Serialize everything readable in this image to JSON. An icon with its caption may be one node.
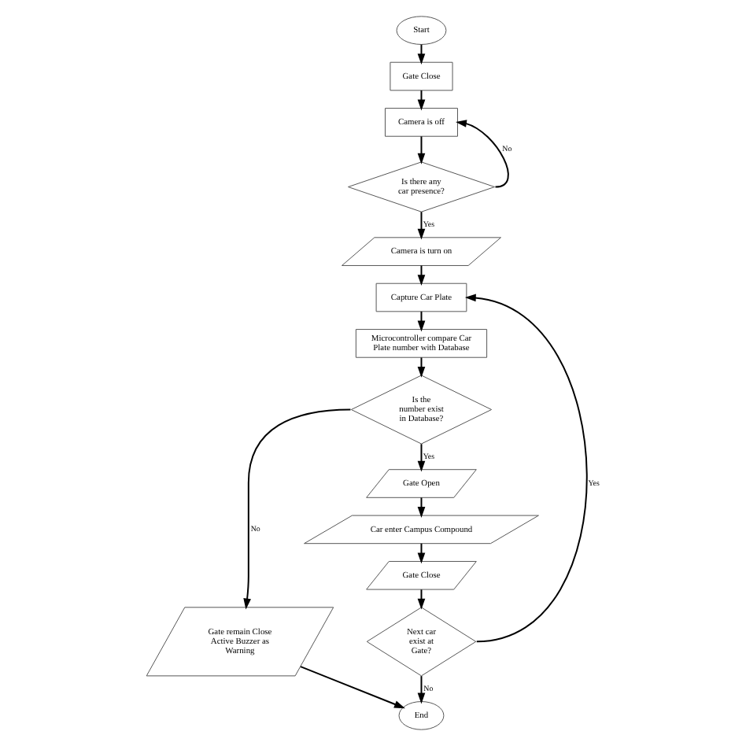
{
  "diagram": {
    "nodes": [
      {
        "text": [
          "Start"
        ]
      },
      {
        "text": [
          "Gate Close"
        ]
      },
      {
        "text": [
          "Camera is off"
        ]
      },
      {
        "text": [
          "Is there any car presence?"
        ]
      },
      {
        "text": [
          "Camera is turn on"
        ]
      },
      {
        "text": [
          "Capture Car Plate"
        ]
      },
      {
        "text": [
          "Microcontroller compare Car Plate number with Database"
        ]
      },
      {
        "text": [
          "Is the number exist in Database?"
        ]
      },
      {
        "text": [
          "Gate remain Close Active Buzzer as Warning"
        ]
      },
      {
        "text": [
          "Gate Open"
        ]
      },
      {
        "text": [
          "Car enter Campus Compound"
        ]
      },
      {
        "text": [
          "Gate Close"
        ]
      },
      {
        "text": [
          "Next car exist at Gate?"
        ]
      },
      {
        "text": [
          "End"
        ]
      }
    ],
    "edges": [
      {
        "from": 0,
        "to": 1,
        "arrow": "to"
      },
      {
        "from": 1,
        "to": 2,
        "arrow": "to"
      },
      {
        "from": 2,
        "to": 3,
        "arrow": "to"
      },
      {
        "from": 3,
        "to": 2,
        "arrow": "to",
        "label": "No"
      },
      {
        "from": 3,
        "to": 4,
        "arrow": "to",
        "label": "Yes"
      },
      {
        "from": 4,
        "to": 5,
        "arrow": "to"
      },
      {
        "from": 5,
        "to": 6,
        "arrow": "to"
      },
      {
        "from": 6,
        "to": 7,
        "arrow": "to"
      },
      {
        "from": 7,
        "to": 8,
        "arrow": "to",
        "label": "No"
      },
      {
        "from": 7,
        "to": 9,
        "arrow": "to",
        "label": "Yes"
      },
      {
        "from": 9,
        "to": 10,
        "arrow": "to"
      },
      {
        "from": 10,
        "to": 11,
        "arrow": "to"
      },
      {
        "from": 11,
        "to": 12,
        "arrow": "to"
      },
      {
        "from": 12,
        "to": 5,
        "arrow": "to",
        "label": "Yes"
      },
      {
        "from": 12,
        "to": 13,
        "arrow": "to",
        "label": "No"
      },
      {
        "from": 8,
        "to": 13,
        "arrow": "to"
      }
    ]
  }
}
